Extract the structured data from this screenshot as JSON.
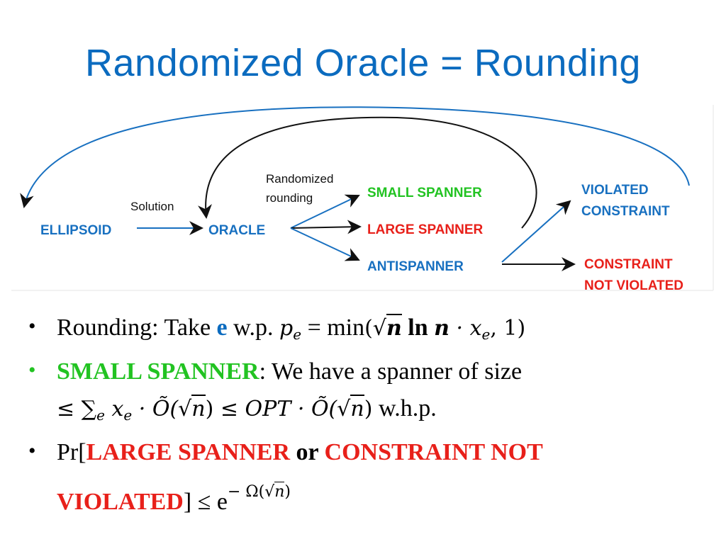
{
  "title": "Randomized Oracle = Rounding",
  "colors": {
    "blue": "#0B6BBF",
    "green": "#22C322",
    "red": "#E8201A",
    "black": "#111111"
  },
  "diagram": {
    "nodes": {
      "ellipsoid": "ELLIPSOID",
      "oracle": "ORACLE",
      "small_spanner": "SMALL SPANNER",
      "large_spanner": "LARGE SPANNER",
      "antispanner": "ANTISPANNER",
      "violated_1": "VIOLATED",
      "violated_2": "CONSTRAINT",
      "not_violated_1": "CONSTRAINT",
      "not_violated_2": "NOT VIOLATED"
    },
    "labels": {
      "solution": "Solution",
      "randomized_1": "Randomized",
      "randomized_2": "rounding"
    }
  },
  "bullets": {
    "b1": {
      "prefix": "Rounding: Take ",
      "edge": "e",
      "wp": " w.p. ",
      "p": "p",
      "p_sub": "e",
      "eq": " = min",
      "n1": "n",
      "ln": "ln",
      "n2": "n",
      "dot_x": " · x",
      "x_sub": "e",
      "comma_one": ", 1"
    },
    "b2": {
      "label": "SMALL SPANNER",
      "text": ": We have a spanner of size",
      "line2_leq": "≤ ∑",
      "sum_sub": "e",
      "x": " x",
      "x_sub": "e",
      "dot_o": " · Õ(",
      "n1": "n",
      "close1": ") ≤ ",
      "opt": "OPT",
      "dot_o2": " · Õ(",
      "n2": "n",
      "close2": ")",
      "whp": " w.h.p."
    },
    "b3": {
      "pr": "Pr[",
      "large": "LARGE SPANNER",
      "or": " or ",
      "constraint": "CONSTRAINT NOT",
      "violated": "VIOLATED",
      "close": "]  ≤ e",
      "exp_prefix": "− Ω(",
      "exp_n": "n",
      "exp_close": ")"
    }
  }
}
